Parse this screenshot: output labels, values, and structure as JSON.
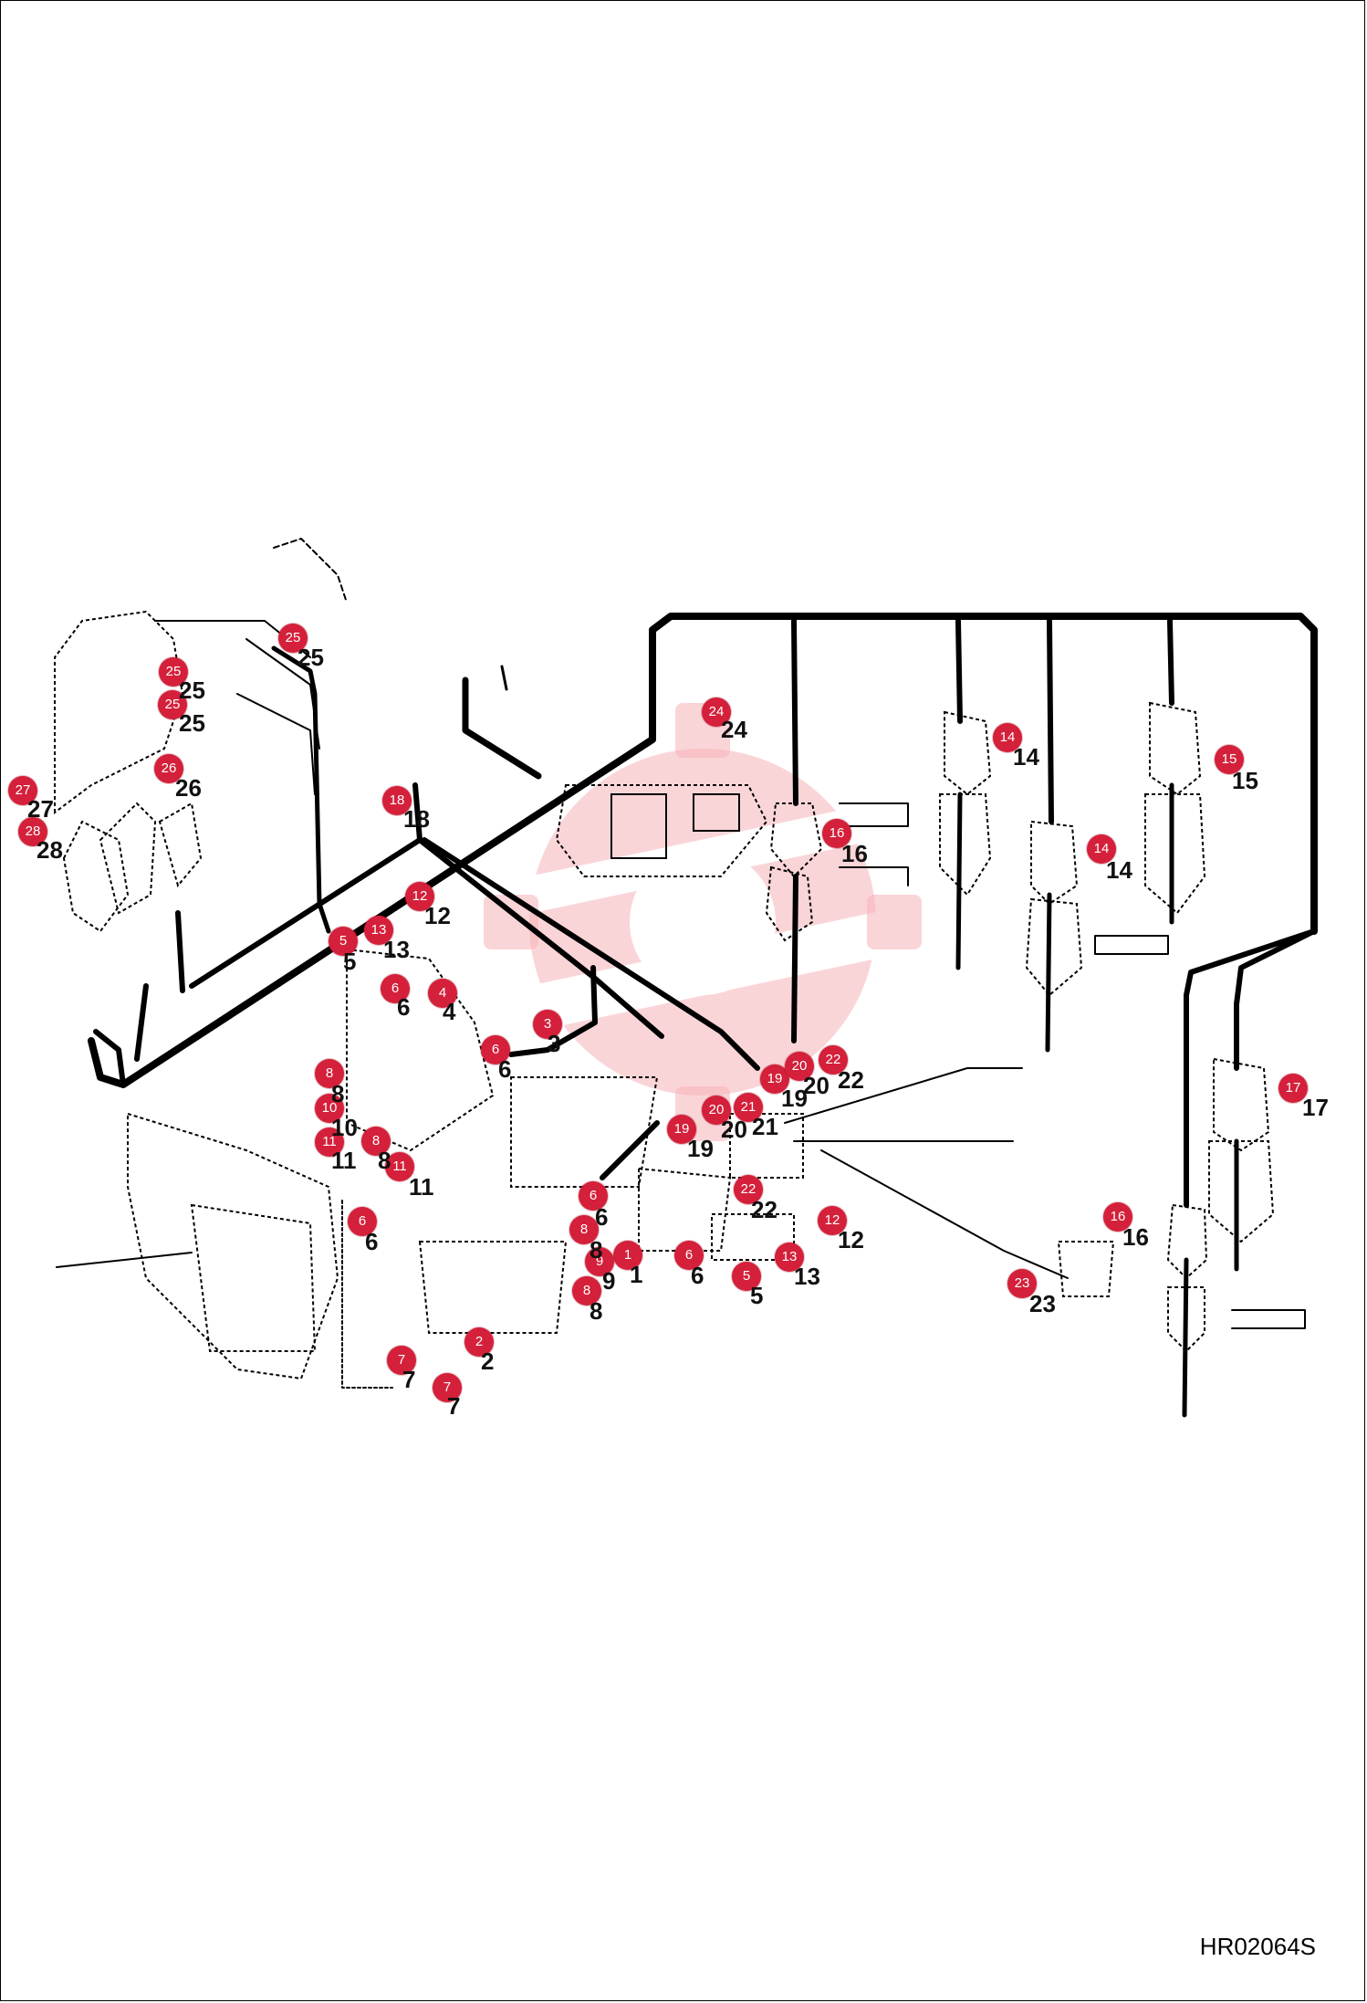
{
  "diagram": {
    "type": "wiring harness exploded parts diagram",
    "drawing_code": "HR02064S",
    "accent_color": "#d4203a",
    "watermark_color": "#f6b3b8",
    "callouts": [
      "1",
      "2",
      "3",
      "4",
      "5",
      "6",
      "7",
      "8",
      "9",
      "10",
      "11",
      "12",
      "13",
      "14",
      "15",
      "16",
      "17",
      "18",
      "19",
      "20",
      "21",
      "22",
      "23",
      "24",
      "25",
      "26",
      "27",
      "28"
    ],
    "labels": [
      "1",
      "2",
      "3",
      "4",
      "5",
      "6",
      "7",
      "8",
      "9",
      "10",
      "11",
      "12",
      "13",
      "14",
      "15",
      "16",
      "17",
      "18",
      "19",
      "20",
      "21",
      "22",
      "23",
      "24",
      "25",
      "26",
      "27",
      "28"
    ]
  }
}
